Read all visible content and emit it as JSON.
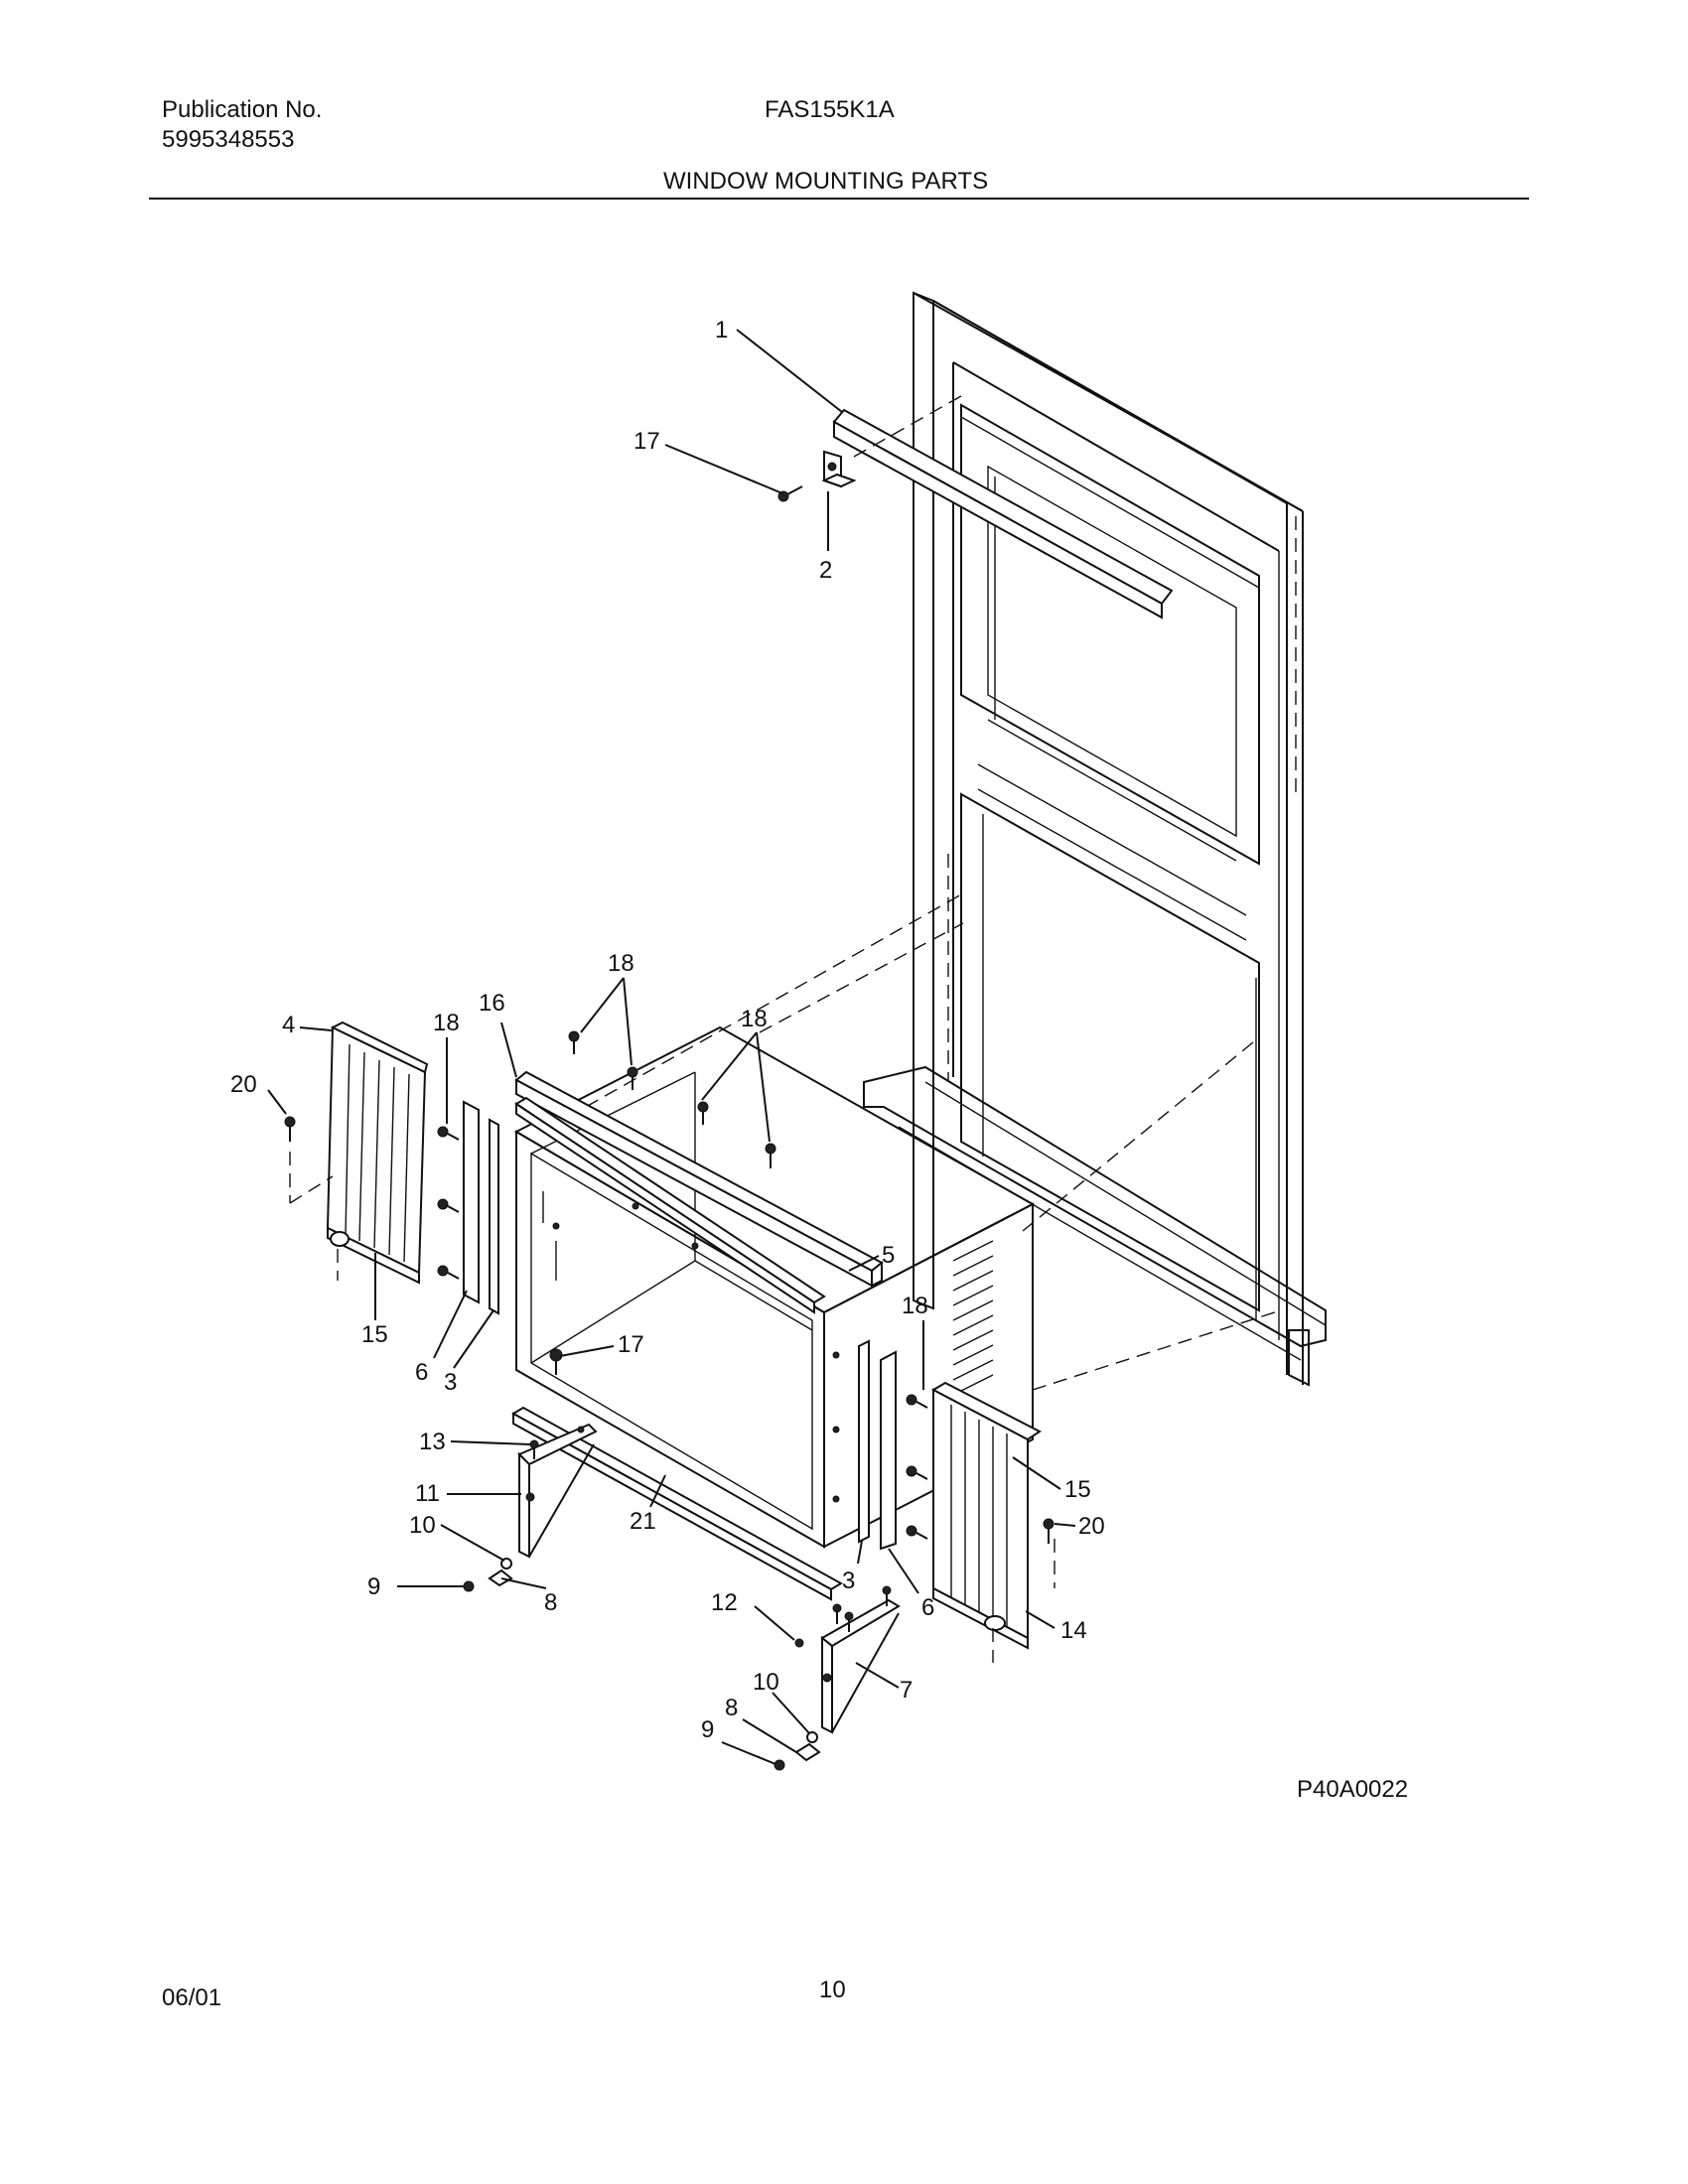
{
  "header": {
    "publication_label": "Publication No.",
    "publication_number": "5995348553",
    "model": "FAS155K1A",
    "section_title": "WINDOW MOUNTING PARTS"
  },
  "figure_code": "P40A0022",
  "footer": {
    "date": "06/01",
    "page": "10"
  },
  "callouts": {
    "c1": "1",
    "c2": "2",
    "c17a": "17",
    "c4": "4",
    "c20a": "20",
    "c18a": "18",
    "c16": "16",
    "c18b": "18",
    "c18c": "18",
    "c15a": "15",
    "c6a": "6",
    "c3a": "3",
    "c5": "5",
    "c18d": "18",
    "c17b": "17",
    "c13": "13",
    "c11": "11",
    "c10a": "10",
    "c9a": "9",
    "c8a": "8",
    "c21": "21",
    "c3b": "3",
    "c6b": "6",
    "c15b": "15",
    "c20b": "20",
    "c14": "14",
    "c12": "12",
    "c10b": "10",
    "c8b": "8",
    "c9b": "9",
    "c7": "7"
  }
}
